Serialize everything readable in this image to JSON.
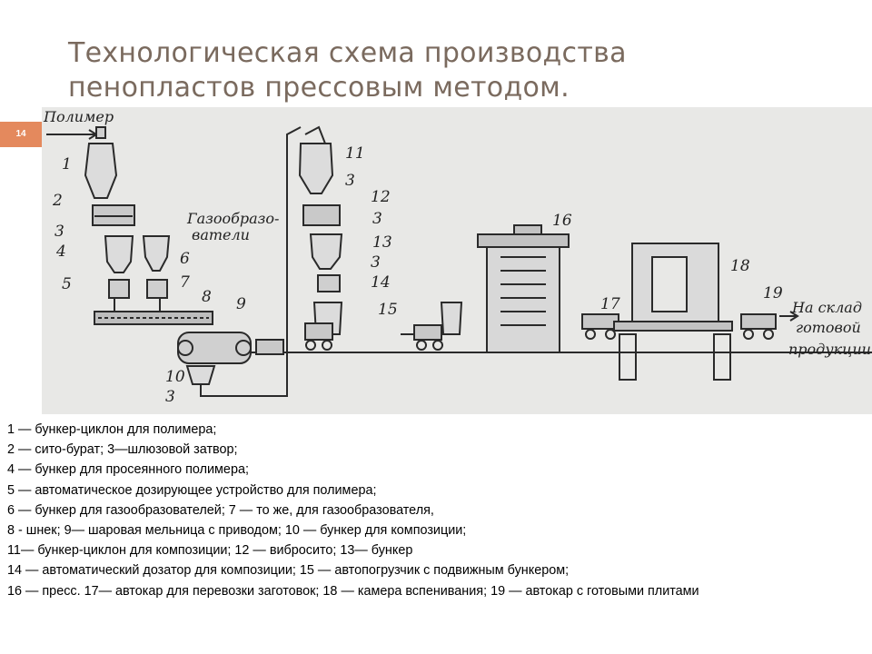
{
  "slide": {
    "title_line1": "Технологическая схема производства",
    "title_line2": "пенопластов прессовым методом.",
    "slide_number": "14",
    "accent_color": "#e4895d",
    "title_color": "#7a6a5e"
  },
  "diagram": {
    "labels": {
      "polymer": "Полимер",
      "gas_formers_1": "Газообразо-",
      "gas_formers_2": "ватели",
      "to_warehouse_1": "На склад",
      "to_warehouse_2": "готовой",
      "to_warehouse_3": "продукции"
    },
    "numbers": [
      "1",
      "2",
      "3",
      "4",
      "5",
      "6",
      "7",
      "8",
      "9",
      "10",
      "3",
      "11",
      "3",
      "12",
      "3",
      "13",
      "3",
      "14",
      "15",
      "16",
      "17",
      "18",
      "19"
    ]
  },
  "legend": {
    "line1": "1 — бункер-циклон для полимера;",
    "line2": " 2 — сито-бурат; 3—шлюзовой затвор;",
    "line3": "4 — бункер для просеянного полимера;",
    "line4": "5 — автоматическое дозирующее устройство для полимера;",
    "line5": "6 — бункер для газообразователей; 7 — то же, для газообразователя,",
    "line6": " 8 - шнек; 9— шаровая мельница с приводом; 10 — бункер для композиции;",
    "line7": "11— бункер-циклон для композиции; 12 — вибросито; 13— бункер",
    "line8": "14 — автоматический дозатор для композиции; 15 — автопогрузчик с подвижным бункером;",
    "line9": "16 — пресс. 17— автокар для перевозки заготовок; 18 — камера вспенивания; 19 — автокар с готовыми плитами"
  }
}
